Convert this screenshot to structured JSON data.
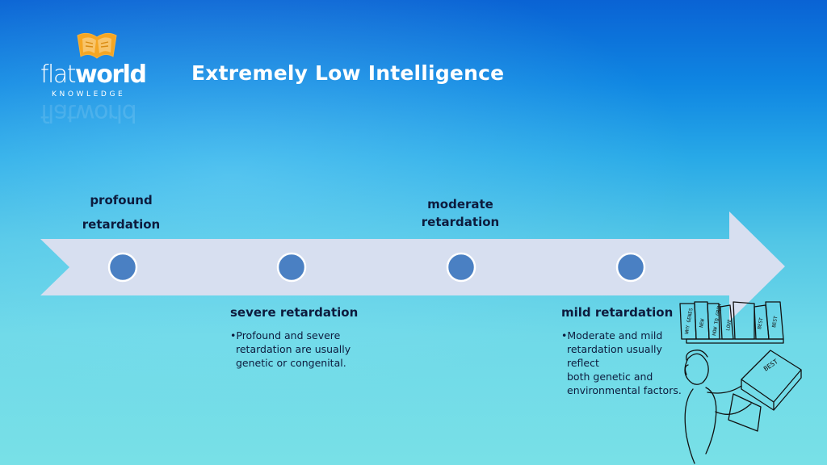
{
  "title": "Extremely Low Intelligence",
  "logo": {
    "word_light": "flat",
    "word_bold": "world",
    "subtitle": "KNOWLEDGE"
  },
  "timeline": {
    "points": 4,
    "labels": {
      "profound_line1": "profound",
      "profound_line2": "retardation",
      "moderate_line1": "moderate",
      "moderate_line2": "retardation",
      "severe": "severe retardation",
      "mild": "mild retardation"
    },
    "notes": {
      "severe_first": "•Profound and severe",
      "severe_rest1": "retardation are usually",
      "severe_rest2": "genetic or congenital.",
      "mild_first": "•Moderate and mild",
      "mild_rest1": "retardation usually reflect",
      "mild_rest2": "both genetic and",
      "mild_rest3": "environmental factors."
    }
  },
  "colors": {
    "logo_orange": "#f5a623",
    "arrow_fill": "#d7dff0",
    "circle_fill": "#4a80c3",
    "text_dark": "#0d1b3d"
  },
  "illustration": {
    "book_spines": [
      "WHY GENES",
      "NEW",
      "HOW TO GROW",
      "LOVE",
      "BEST",
      "BEST"
    ]
  }
}
